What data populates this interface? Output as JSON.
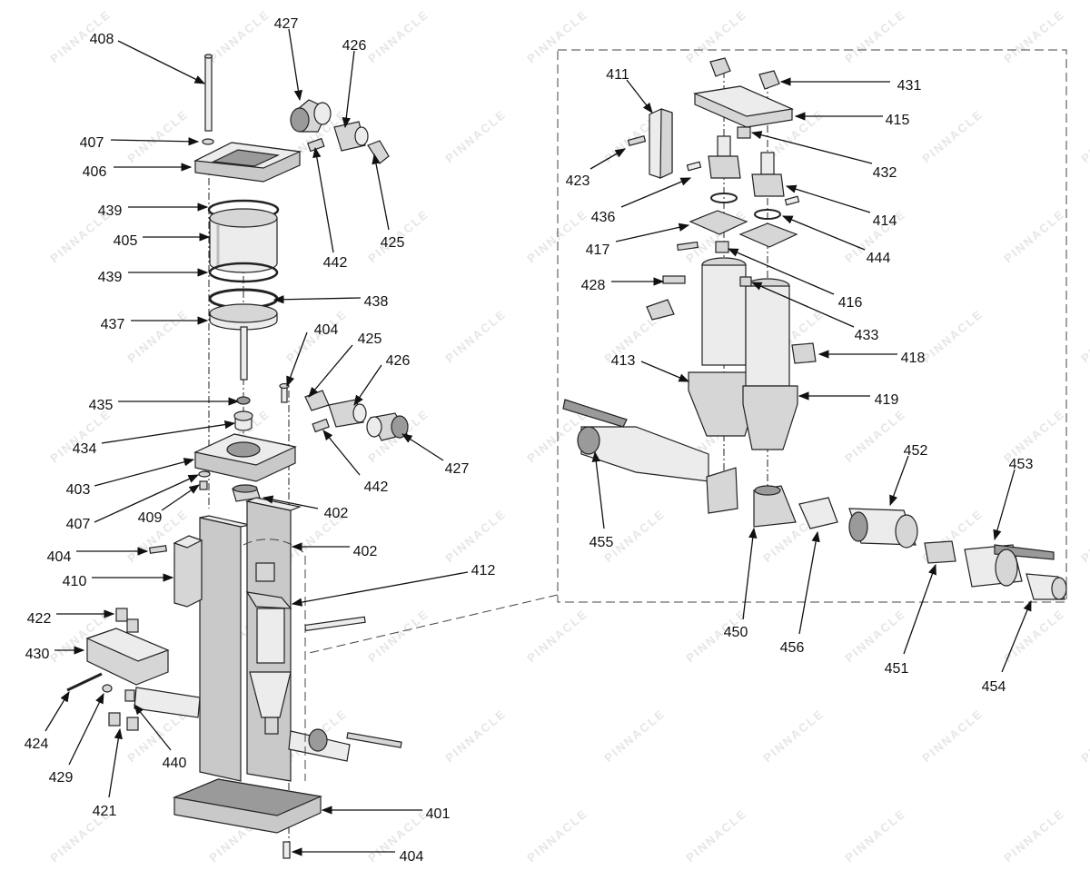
{
  "watermark": "PINNACLE",
  "callouts": {
    "c408": "408",
    "c427a": "427",
    "c426a": "426",
    "c407a": "407",
    "c406": "406",
    "c439a": "439",
    "c405": "405",
    "c439b": "439",
    "c442a": "442",
    "c425a": "425",
    "c438": "438",
    "c437": "437",
    "c404a": "404",
    "c425b": "425",
    "c426b": "426",
    "c435": "435",
    "c434": "434",
    "c442b": "442",
    "c427b": "427",
    "c403": "403",
    "c407b": "407",
    "c409": "409",
    "c402a": "402",
    "c402b": "402",
    "c404b": "404",
    "c410": "410",
    "c412": "412",
    "c422": "422",
    "c430": "430",
    "c424": "424",
    "c429": "429",
    "c440": "440",
    "c421": "421",
    "c401": "401",
    "c404c": "404",
    "c411": "411",
    "c431": "431",
    "c415": "415",
    "c423": "423",
    "c432": "432",
    "c436": "436",
    "c414": "414",
    "c417": "417",
    "c444": "444",
    "c428": "428",
    "c416": "416",
    "c433": "433",
    "c413": "413",
    "c418": "418",
    "c419": "419",
    "c455": "455",
    "c452": "452",
    "c453": "453",
    "c450": "450",
    "c456": "456",
    "c451": "451",
    "c454": "454"
  }
}
